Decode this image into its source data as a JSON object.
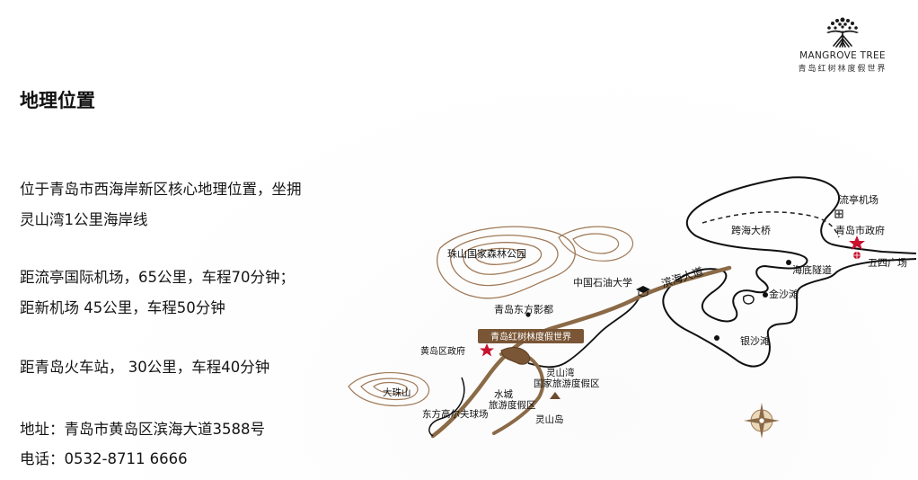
{
  "logo": {
    "name_en": "MANGROVE TREE",
    "name_cn": "青岛红树林度假世界"
  },
  "title": "地理位置",
  "intro": {
    "line1": "位于青岛市西海岸新区核心地理位置，坐拥",
    "line2": "灵山湾1公里海岸线"
  },
  "distances": {
    "airport_liuting": "距流亭国际机场，65公里，车程70分钟；",
    "airport_new": "距新机场 45公里，车程50分钟",
    "train_station": "距青岛火车站， 30公里，车程40分钟"
  },
  "contact": {
    "address": "地址：青岛市黄岛区滨海大道3588号",
    "phone": "电话：0532-8711 6666"
  },
  "map": {
    "labels": {
      "liuting_airport": "流亭机场",
      "qingdao_gov": "青岛市政府",
      "may_fourth_square": "五四广场",
      "undersea_tunnel": "海底隧道",
      "bay_bridge": "跨海大桥",
      "golden_beach": "金沙滩",
      "silver_beach": "银沙滩",
      "binhai_avenue": "滨海大道",
      "china_petroleum_univ": "中国石油大学",
      "zhushan_forest_park": "珠山国家森林公园",
      "oriental_movie_city": "青岛东方影都",
      "mangrove_resort": "青岛红树林度假世界",
      "huangdao_gov": "黄岛区政府",
      "lingshan_bay_1": "灵山湾",
      "lingshan_bay_2": "国家旅游度假区",
      "shuicheng_1": "水城",
      "shuicheng_2": "旅游度假区",
      "dazhushan": "大珠山",
      "oriental_golf": "东方高尔夫球场",
      "lingshan_island": "灵山岛"
    }
  },
  "colors": {
    "route_brown": "#8b6a47",
    "star_red": "#c8102e",
    "contour_brown": "#a07a58"
  }
}
